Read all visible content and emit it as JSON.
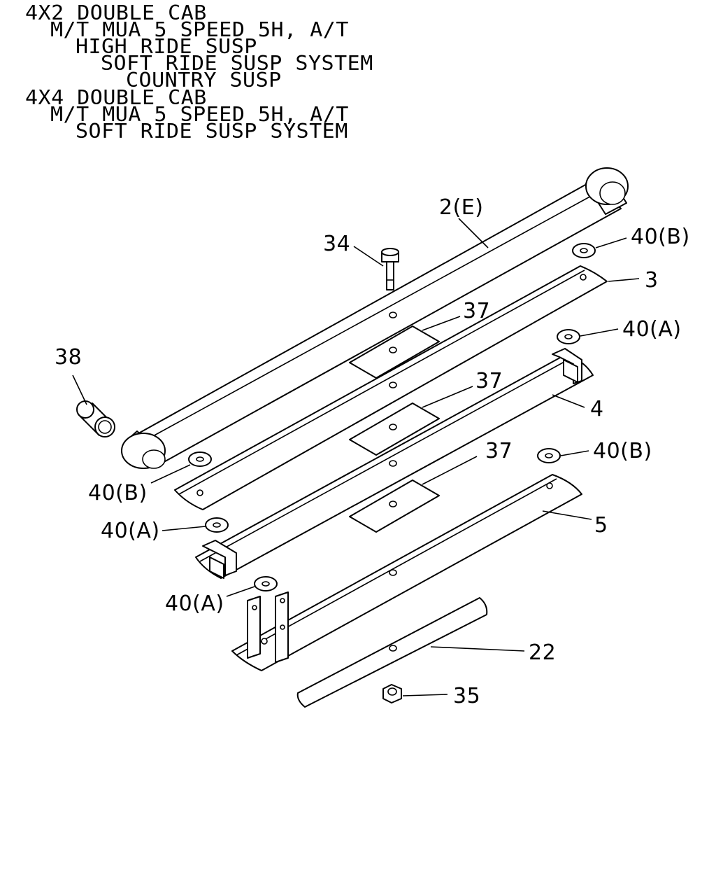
{
  "header": {
    "lines": [
      "4X2 DOUBLE CAB",
      "M/T MUA 5 SPEED 5H, A/T",
      "HIGH RIDE SUSP",
      "SOFT RIDE SUSP SYSTEM",
      "COUNTRY SUSP",
      "4X4 DOUBLE CAB",
      "M/T MUA 5 SPEED 5H, A/T",
      "SOFT RIDE SUSP SYSTEM"
    ]
  },
  "callouts": {
    "leaf_spring_main": "2(E)",
    "center_bolt": "34",
    "washer_top_right_b": "40(B)",
    "leaf_3": "3",
    "pad_upper": "37",
    "washer_upper_right_a": "40(A)",
    "bushing": "38",
    "pad_middle": "37",
    "leaf_4": "4",
    "pad_lower": "37",
    "washer_right_b": "40(B)",
    "washer_left_b": "40(B)",
    "washer_left_a": "40(A)",
    "leaf_5": "5",
    "washer_bottom_left_a": "40(A)",
    "leaf_22": "22",
    "nut": "35"
  }
}
